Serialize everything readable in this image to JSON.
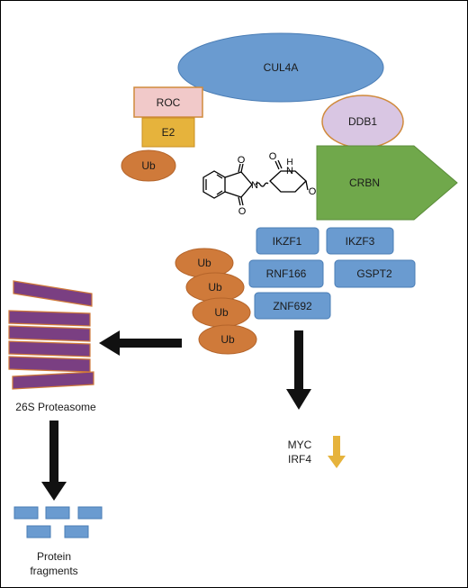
{
  "complex": {
    "cul4a": "CUL4A",
    "roc": "ROC",
    "e2": "E2",
    "ub": "Ub",
    "ddb1": "DDB1",
    "crbn": "CRBN"
  },
  "substrates": {
    "ikzf1": "IKZF1",
    "ikzf3": "IKZF3",
    "rnf166": "RNF166",
    "gspt2": "GSPT2",
    "znf692": "ZNF692"
  },
  "ub_chain": [
    "Ub",
    "Ub",
    "Ub",
    "Ub"
  ],
  "proteasome": {
    "label": "26S Proteasome"
  },
  "fragments": {
    "label_line1": "Protein",
    "label_line2": "fragments"
  },
  "downstream": {
    "myc": "MYC",
    "irf4": "IRF4"
  },
  "colors": {
    "blue": "#6a9bd0",
    "blue_stroke": "#4a7db5",
    "orange": "#cf7a3a",
    "roc_fill": "#e8b4b4",
    "roc_stroke": "#d08a3c",
    "e2_fill": "#e6b33c",
    "ddb1_fill": "#d6c3e0",
    "crbn_green": "#70a84b",
    "purple": "#7a3f82",
    "purple_stroke": "#d07a3a",
    "down_arrow": "#e6b33c",
    "black_arrow": "#111111"
  }
}
